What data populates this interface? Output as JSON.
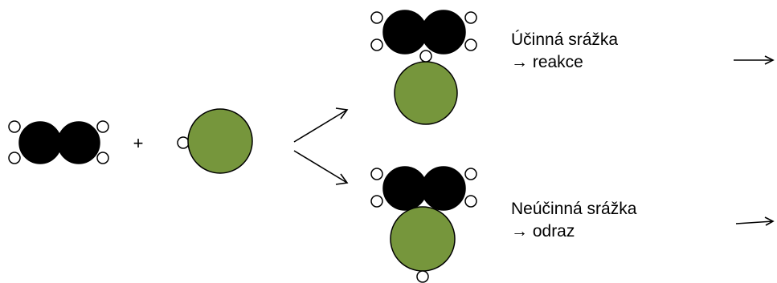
{
  "plus_sign": "+",
  "outcomes": {
    "effective": {
      "line1": "Účinná srážka",
      "line2": "→ reakce"
    },
    "ineffective": {
      "line1": "Neúčinná srážka",
      "line2": "→ odraz"
    }
  },
  "colors": {
    "large_atom": "#76963c",
    "dark_atom": "#000000",
    "small_atom": "#ffffff",
    "line": "#000000"
  }
}
